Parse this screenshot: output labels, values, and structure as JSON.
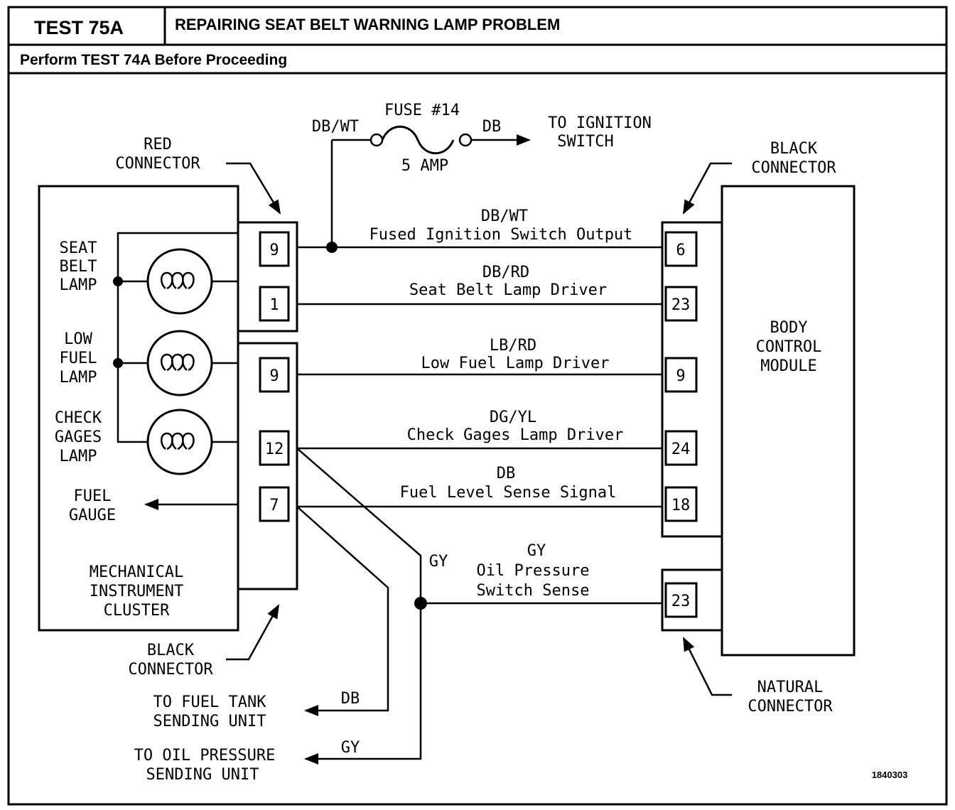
{
  "header": {
    "test_id": "TEST 75A",
    "title": "REPAIRING SEAT BELT WARNING LAMP PROBLEM",
    "subtitle": "Perform TEST 74A Before Proceeding"
  },
  "fuse": {
    "name": "FUSE #14",
    "rating": "5 AMP",
    "in_wire": "DB/WT",
    "out_wire": "DB",
    "dest_line1": "TO IGNITION",
    "dest_line2": "SWITCH"
  },
  "cluster": {
    "name_line1": "MECHANICAL",
    "name_line2": "INSTRUMENT",
    "name_line3": "CLUSTER",
    "lamps": [
      {
        "l1": "SEAT",
        "l2": "BELT",
        "l3": "LAMP"
      },
      {
        "l1": "LOW",
        "l2": "FUEL",
        "l3": "LAMP"
      },
      {
        "l1": "CHECK",
        "l2": "GAGES",
        "l3": "LAMP"
      }
    ],
    "gauge_line1": "FUEL",
    "gauge_line2": "GAUGE"
  },
  "connectors": {
    "red": {
      "l1": "RED",
      "l2": "CONNECTOR",
      "pins": [
        "9",
        "1"
      ]
    },
    "black_left": {
      "l1": "BLACK",
      "l2": "CONNECTOR",
      "pins": [
        "9",
        "12",
        "7"
      ]
    },
    "black_right": {
      "l1": "BLACK",
      "l2": "CONNECTOR",
      "pins": [
        "6",
        "23",
        "9",
        "24",
        "18"
      ]
    },
    "natural": {
      "l1": "NATURAL",
      "l2": "CONNECTOR",
      "pins": [
        "23"
      ]
    }
  },
  "bcm": {
    "l1": "BODY",
    "l2": "CONTROL",
    "l3": "MODULE"
  },
  "circuits": [
    {
      "color": "DB/WT",
      "desc": "Fused Ignition Switch Output"
    },
    {
      "color": "DB/RD",
      "desc": "Seat Belt Lamp Driver"
    },
    {
      "color": "LB/RD",
      "desc": "Low Fuel Lamp Driver"
    },
    {
      "color": "DG/YL",
      "desc": "Check Gages Lamp Driver"
    },
    {
      "color": "DB",
      "desc": "Fuel Level Sense Signal"
    }
  ],
  "oil": {
    "color": "GY",
    "desc_line1": "Oil Pressure",
    "desc_line2": "Switch Sense",
    "branch_label": "GY"
  },
  "fuel_tank": {
    "line1": "TO FUEL TANK",
    "line2": "SENDING UNIT",
    "wire": "DB"
  },
  "oil_sender": {
    "line1": "TO OIL PRESSURE",
    "line2": "SENDING UNIT",
    "wire": "GY"
  },
  "figure_id": "1840303"
}
